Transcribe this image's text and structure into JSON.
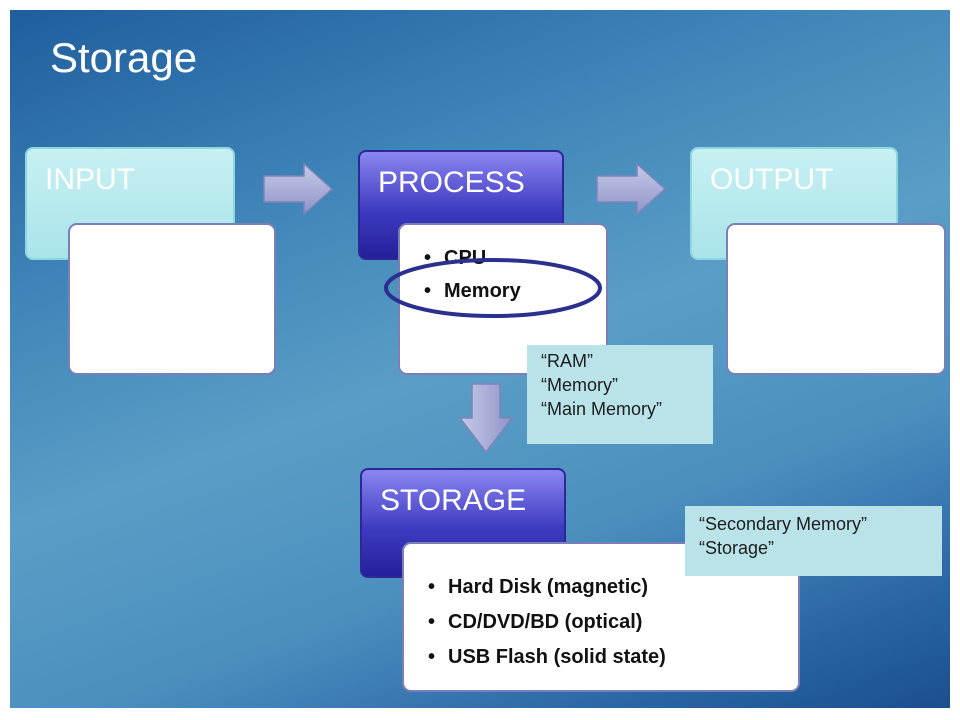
{
  "slide": {
    "title": "Storage"
  },
  "diagram": {
    "input": {
      "label": "INPUT",
      "items": []
    },
    "process": {
      "label": "PROCESS",
      "items": [
        "CPU",
        "Memory"
      ]
    },
    "output": {
      "label": "OUTPUT",
      "items": []
    },
    "storage": {
      "label": "STORAGE",
      "items": [
        "Hard Disk (magnetic)",
        "CD/DVD/BD (optical)",
        "USB Flash (solid state)"
      ]
    },
    "highlighted_item": "Memory"
  },
  "notes": {
    "memory_aliases": [
      "“RAM”",
      "“Memory”",
      "“Main Memory”"
    ],
    "storage_aliases": [
      "“Secondary Memory”",
      "“Storage”"
    ]
  },
  "colors": {
    "background_blue": "#3f85b8",
    "light_box": "#a9e4ea",
    "dark_box": "#3f3bc2",
    "arrow_fill": "#a9aed8",
    "ellipse_stroke": "#2b2f8e",
    "note_fill": "#b9e3e8"
  }
}
